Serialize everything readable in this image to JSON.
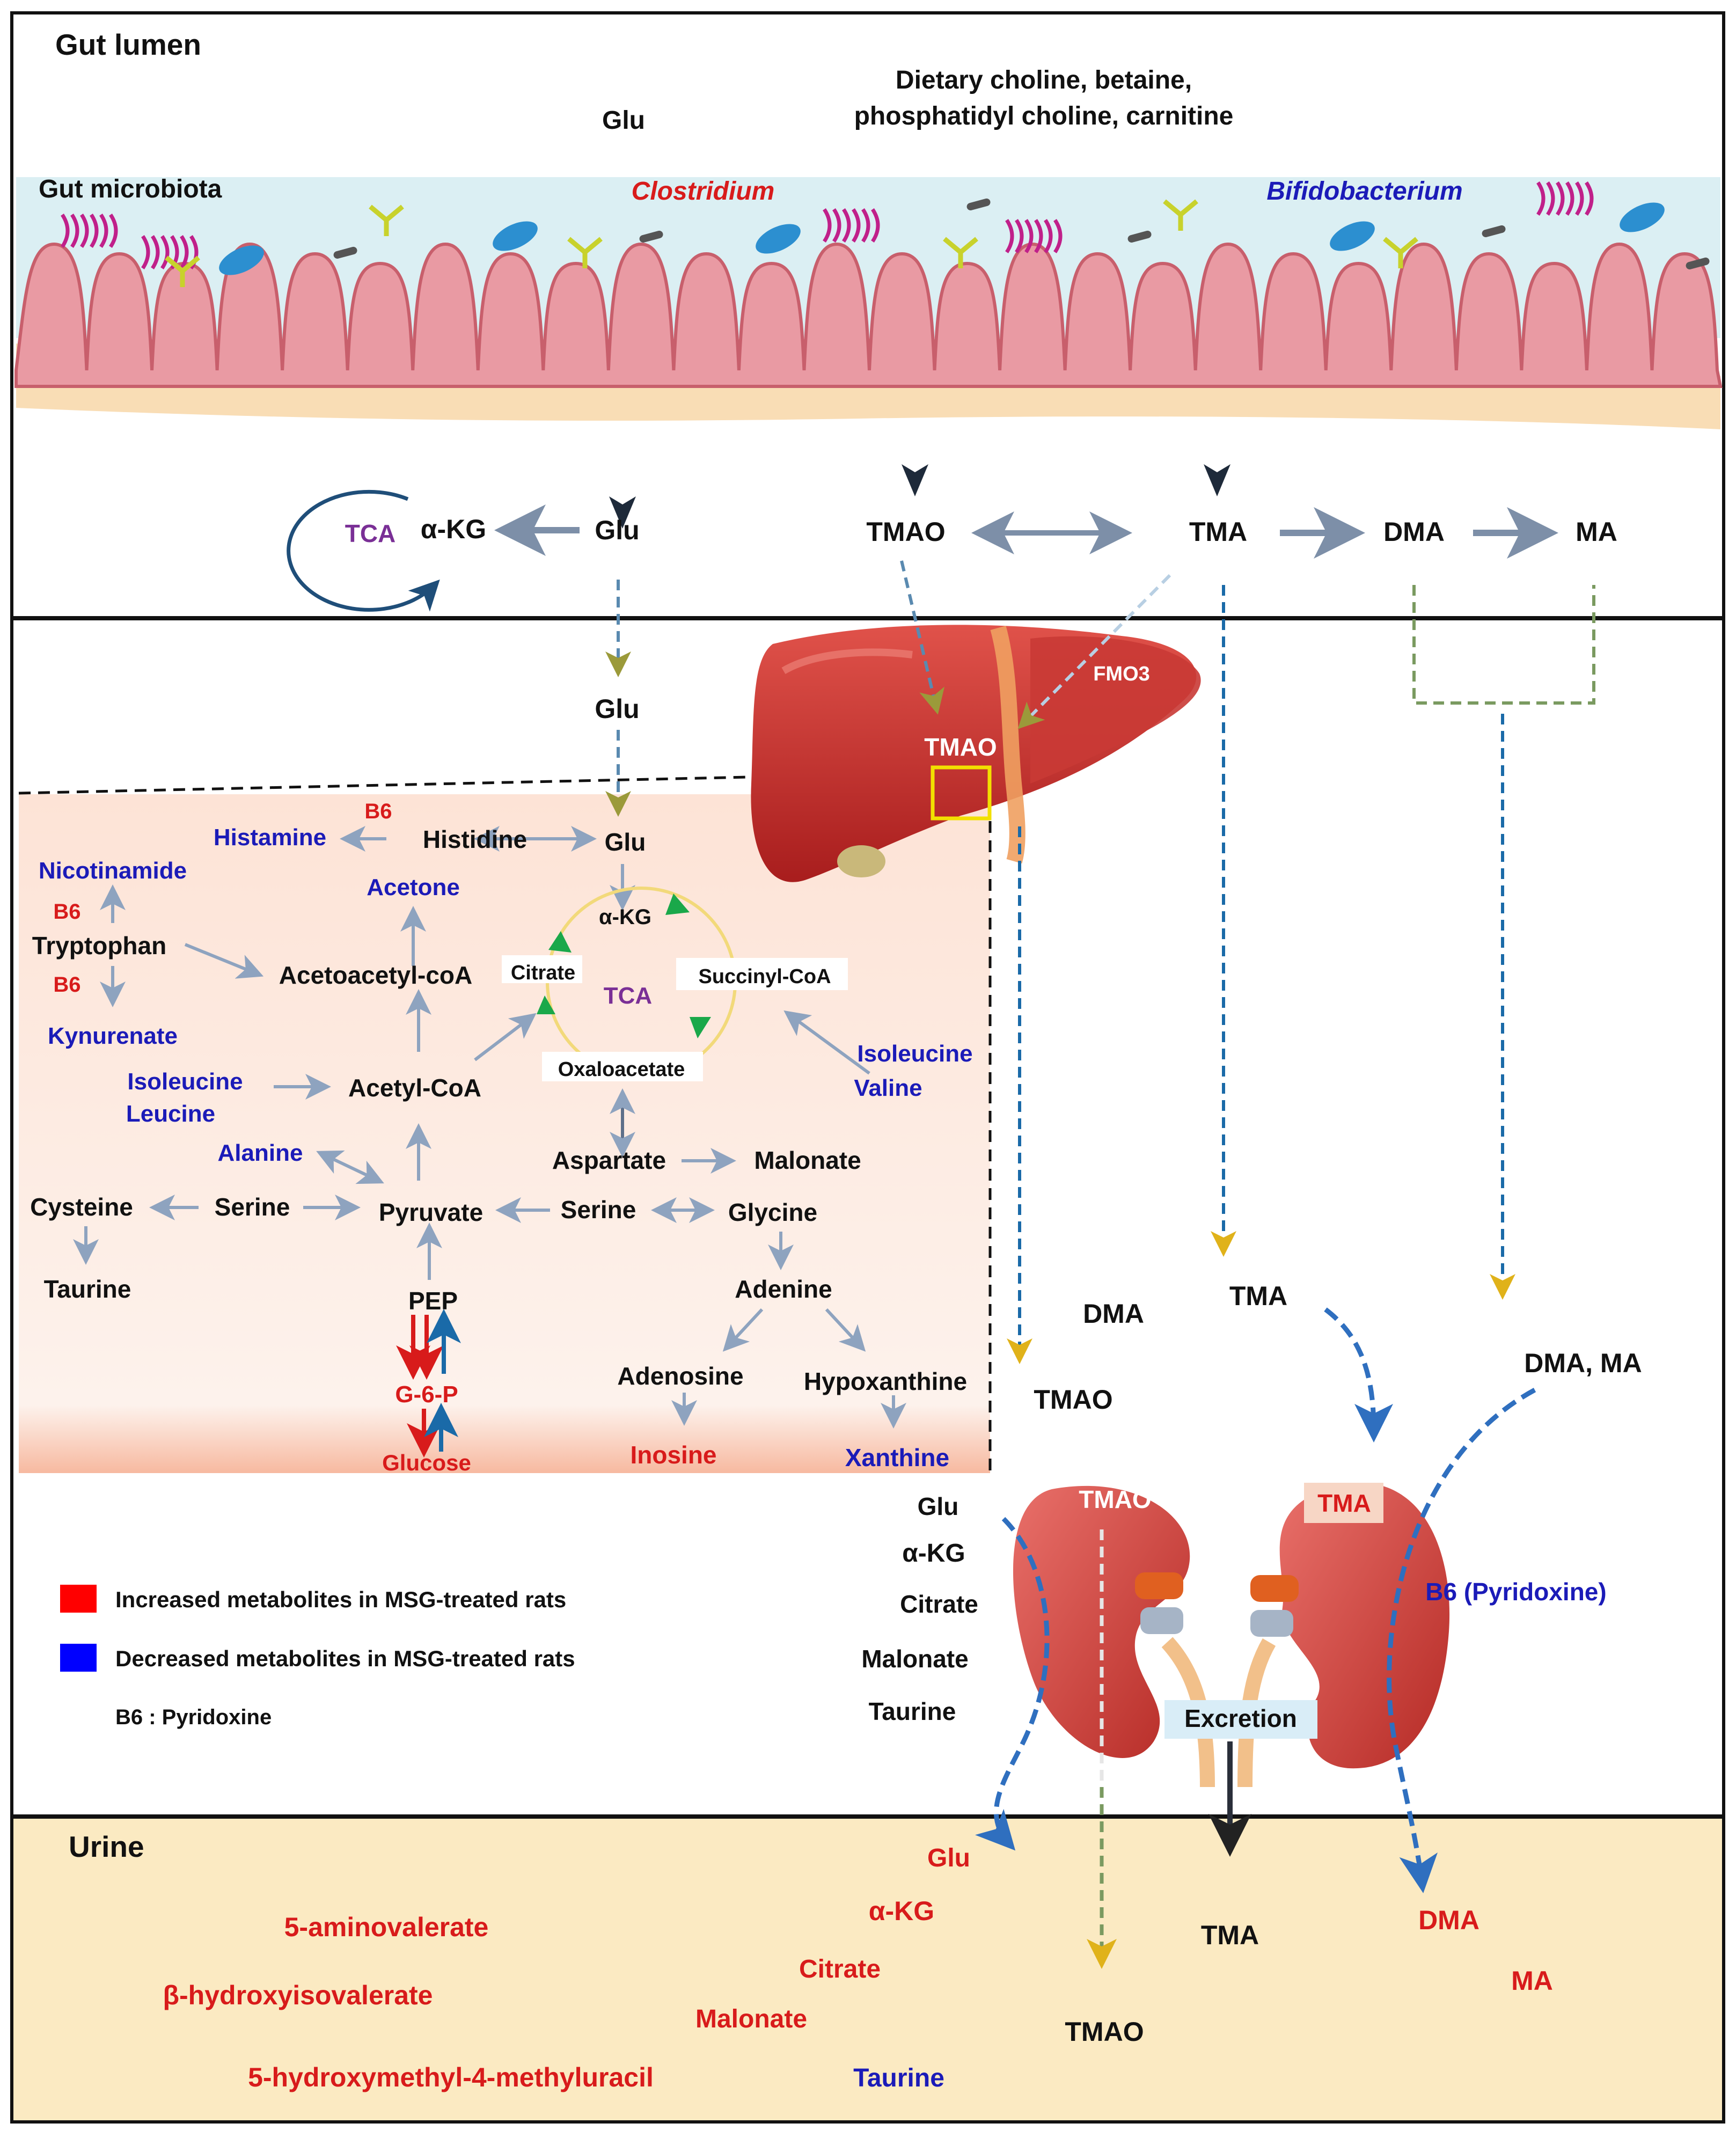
{
  "colors": {
    "increased": "#e01b1b",
    "decreased": "#1b1bb8",
    "neutral": "#111111",
    "tca_purple": "#7a2f96",
    "urine_bg": "#fbeac2",
    "liver_box_bg": "#fdeee6",
    "lumen_bg": "#dbeff3",
    "villus_pink": "#e99aa3",
    "arrow_steel": "#8597b0",
    "arrow_blue_dash": "#2f6fbf"
  },
  "sections": {
    "gut_lumen": "Gut lumen",
    "gut_microbiota": "Gut microbiota",
    "urine": "Urine"
  },
  "gut": {
    "dietary_line1": "Dietary choline, betaine,",
    "dietary_line2": "phosphatidyl choline, carnitine",
    "clostridium": "Clostridium",
    "bifidobacterium": "Bifidobacterium",
    "glu_top": "Glu",
    "glu": "Glu",
    "akg": "α-KG",
    "tca": "TCA",
    "tmao": "TMAO",
    "tma": "TMA",
    "dma": "DMA",
    "ma": "MA"
  },
  "liver": {
    "glu_mid": "Glu",
    "fmo3": "FMO3",
    "tmao": "TMAO"
  },
  "pathway": {
    "histamine": "Histamine",
    "b6_histidine": "B6",
    "histidine": "Histidine",
    "glu": "Glu",
    "nicotinamide": "Nicotinamide",
    "b6_top": "B6",
    "tryptophan": "Tryptophan",
    "b6_bottom": "B6",
    "kynurenate": "Kynurenate",
    "acetone": "Acetone",
    "acetoacetyl_coa": "Acetoacetyl-coA",
    "akg": "α-KG",
    "citrate": "Citrate",
    "tca": "TCA",
    "succinyl_coa": "Succinyl-CoA",
    "oxaloacetate": "Oxaloacetate",
    "isoleucine_right": "Isoleucine",
    "valine": "Valine",
    "isoleucine_left": "Isoleucine",
    "leucine": "Leucine",
    "acetyl_coa": "Acetyl-CoA",
    "alanine": "Alanine",
    "aspartate": "Aspartate",
    "malonate": "Malonate",
    "cysteine": "Cysteine",
    "serine_left": "Serine",
    "pyruvate": "Pyruvate",
    "serine_right": "Serine",
    "glycine": "Glycine",
    "taurine": "Taurine",
    "pep": "PEP",
    "g6p": "G-6-P",
    "glucose": "Glucose",
    "adenine": "Adenine",
    "adenosine": "Adenosine",
    "hypoxanthine": "Hypoxanthine",
    "inosine": "Inosine",
    "xanthine": "Xanthine"
  },
  "legend": {
    "increased_label": "Increased metabolites in MSG-treated rats",
    "decreased_label": "Decreased metabolites in MSG-treated rats",
    "b6_note": "B6 : Pyridoxine"
  },
  "blood": {
    "dma": "DMA",
    "tma": "TMA",
    "dma_ma": "DMA, MA",
    "tmao": "TMAO"
  },
  "kidney": {
    "glu": "Glu",
    "akg": "α-KG",
    "citrate": "Citrate",
    "malonate": "Malonate",
    "taurine": "Taurine",
    "tmao": "TMAO",
    "tma": "TMA",
    "b6": "B6 (Pyridoxine)",
    "excretion": "Excretion"
  },
  "urine": {
    "aminovalerate": "5-aminovalerate",
    "hydroxyisovalerate": "β-hydroxyisovalerate",
    "hydroxymethyl_methyluracil": "5-hydroxymethyl-4-methyluracil",
    "glu": "Glu",
    "akg": "α-KG",
    "citrate": "Citrate",
    "malonate": "Malonate",
    "taurine": "Taurine",
    "tmao": "TMAO",
    "tma": "TMA",
    "dma": "DMA",
    "ma": "MA"
  }
}
